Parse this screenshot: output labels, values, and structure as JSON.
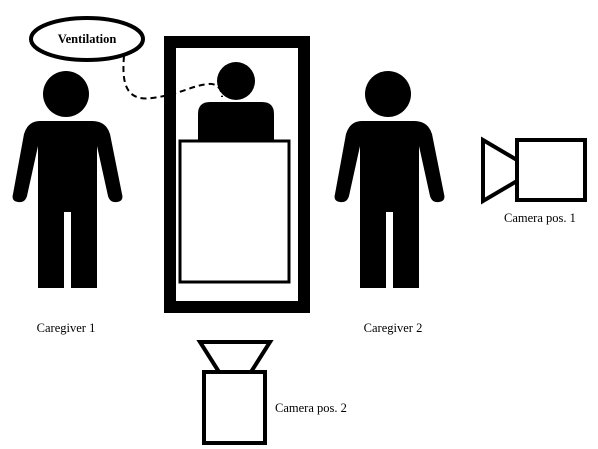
{
  "labels": {
    "ventilation": "Ventilation",
    "caregiver_1": "Caregiver 1",
    "caregiver_2": "Caregiver 2",
    "camera_pos_1": "Camera pos. 1",
    "camera_pos_2": "Camera pos. 2"
  },
  "colors": {
    "stroke": "#000000",
    "fill": "#000000",
    "background": "#ffffff"
  },
  "icons": {
    "caregiver_1": "person-icon",
    "caregiver_2": "person-icon",
    "patient": "person-bust-icon",
    "camera_1": "video-camera-side-icon",
    "camera_2": "video-camera-top-icon"
  }
}
